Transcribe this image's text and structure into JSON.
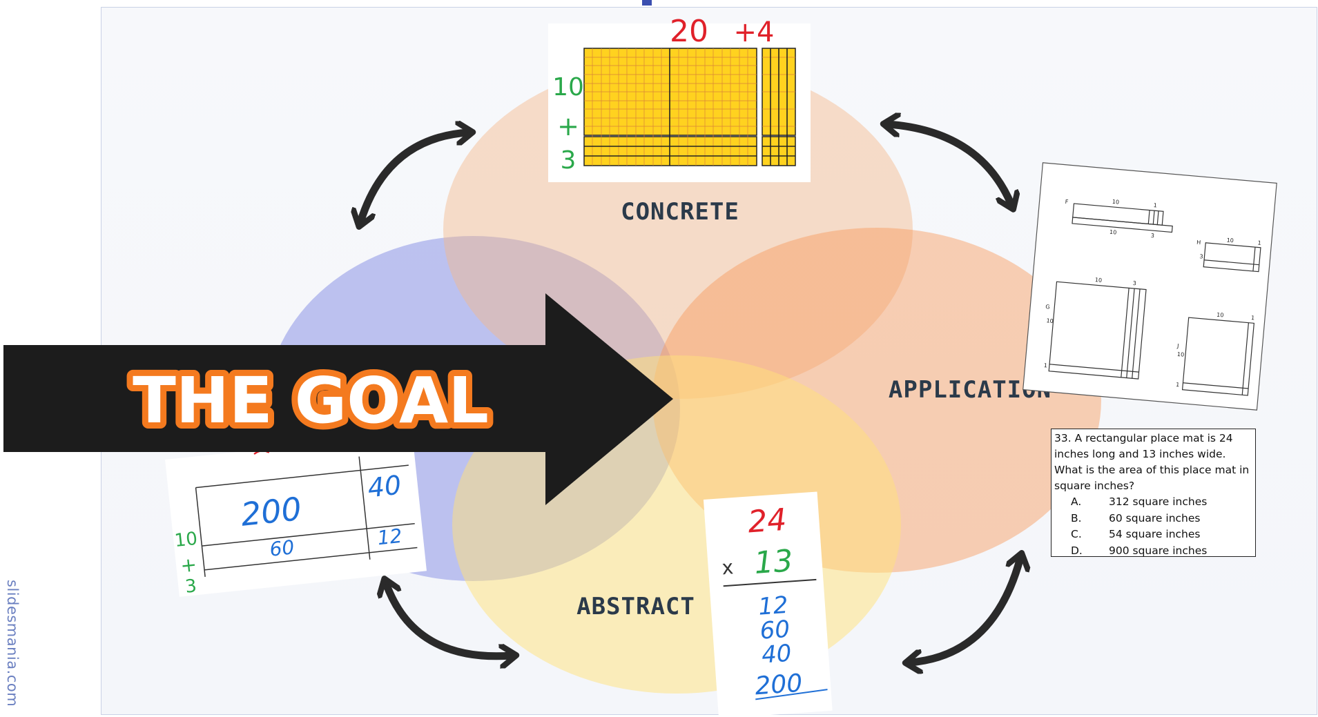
{
  "watermark": "slidesmania.com",
  "banner": {
    "text": "THE GOAL"
  },
  "circles": {
    "concrete": "CONCRETE",
    "application": "APPLICATION",
    "abstract": "ABSTRACT",
    "representational": ""
  },
  "colors": {
    "concrete": "#f4b88a",
    "application": "#f89a5a",
    "abstract": "#ffe27a",
    "representational": "#8d96e6",
    "banner": "#1c1c1c",
    "goal_fill": "#ffffff",
    "goal_outline": "#f47a1f",
    "label": "#2b3a4a",
    "hand_red": "#e0212a",
    "hand_green": "#2aa84a",
    "hand_blue": "#1f6fd6"
  },
  "concrete_model": {
    "top_labels": [
      "20",
      "+4"
    ],
    "side_labels": [
      "10",
      "+",
      "3"
    ]
  },
  "area_model": {
    "cells": [
      "200",
      "40",
      "60",
      "12"
    ],
    "side_labels": [
      "10",
      "+",
      "3"
    ]
  },
  "vertical_multiplication": {
    "multiplicand": "24",
    "multiplier": "13",
    "operator": "x",
    "partials": [
      "12",
      "60",
      "40",
      "200"
    ]
  },
  "worksheet": {
    "items": [
      {
        "letter": "F",
        "nums": [
          "10",
          "1",
          "10",
          "3"
        ]
      },
      {
        "letter": "H",
        "nums": [
          "10",
          "1",
          "3"
        ]
      },
      {
        "letter": "G",
        "nums": [
          "10",
          "3",
          "10",
          "1"
        ]
      },
      {
        "letter": "J",
        "nums": [
          "10",
          "1",
          "10",
          "1"
        ]
      }
    ]
  },
  "question": {
    "stem": "33. A rectangular place mat is 24 inches long and 13 inches wide. What is the area of this place mat in square inches?",
    "options": [
      {
        "letter": "A.",
        "text": "312 square inches"
      },
      {
        "letter": "B.",
        "text": "60 square inches"
      },
      {
        "letter": "C.",
        "text": "54 square inches"
      },
      {
        "letter": "D.",
        "text": "900 square inches"
      }
    ]
  }
}
